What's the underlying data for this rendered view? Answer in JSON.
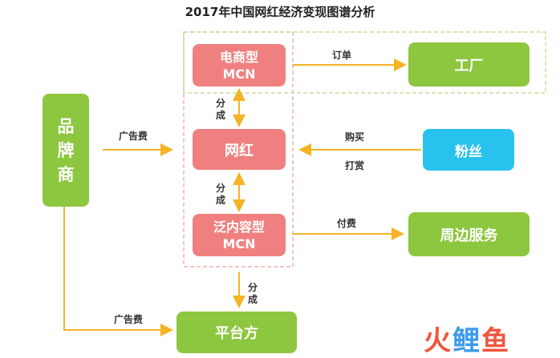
{
  "title": "2017年中国网红经济变现图谱分析",
  "nodes": {
    "brand": "品\n牌\n商",
    "ecommerce_mcn": "电商型\nMCN",
    "influencer": "网红",
    "general_mcn": "泛内容型\nMCN",
    "platform": "平台方",
    "factory": "工厂",
    "fans": "粉丝",
    "services": "周边服务"
  },
  "edge_labels": {
    "order": "订单",
    "ad_fee_top": "广告费",
    "purchase": "购买",
    "tip": "打赏",
    "pay": "付费",
    "split_1": "分成",
    "split_2": "分成",
    "split_3": "分成",
    "ad_fee_bottom": "广告费"
  },
  "watermark": {
    "part1": "火",
    "part2": "鲤",
    "part3": "鱼"
  },
  "colors": {
    "green": "#8dc63f",
    "pink": "#f08080",
    "blue": "#29c2ee",
    "arrow": "#f5b326",
    "dashed_pink": "#e9a0a0",
    "dashed_green": "#b8d98a"
  }
}
